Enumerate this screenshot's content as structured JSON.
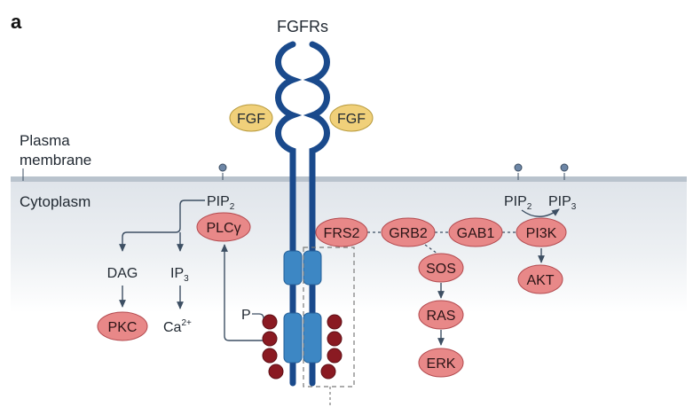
{
  "panel_label": "a",
  "title": "FGFRs",
  "regions": {
    "plasma_membrane_line1": "Plasma",
    "plasma_membrane_line2": "membrane",
    "cytoplasm": "Cytoplasm"
  },
  "ligands": [
    "FGF",
    "FGF"
  ],
  "lipids": {
    "pip2_left": "PIP",
    "pip2_left_sub": "2",
    "pip2_right": "PIP",
    "pip2_right_sub": "2",
    "pip3": "PIP",
    "pip3_sub": "3"
  },
  "second_messengers": {
    "dag": "DAG",
    "ip3": "IP",
    "ip3_sub": "3",
    "ca": "Ca",
    "ca_sup": "2+"
  },
  "phospho_label": "P",
  "nodes": {
    "plcy": "PLCγ",
    "pkc": "PKC",
    "frs2": "FRS2",
    "grb2": "GRB2",
    "gab1": "GAB1",
    "pi3k": "PI3K",
    "akt": "AKT",
    "sos": "SOS",
    "ras": "RAS",
    "erk": "ERK"
  },
  "colors": {
    "receptor": "#1a4a8c",
    "kinase": "#3d87c4",
    "node_fill": "#e88888",
    "node_stroke": "#b34a4f",
    "ligand_fill": "#f0d07a",
    "ligand_stroke": "#b89a3c",
    "phospho": "#8a1a22",
    "arrow": "#3d4f63",
    "membrane": "#b9c3cd"
  }
}
